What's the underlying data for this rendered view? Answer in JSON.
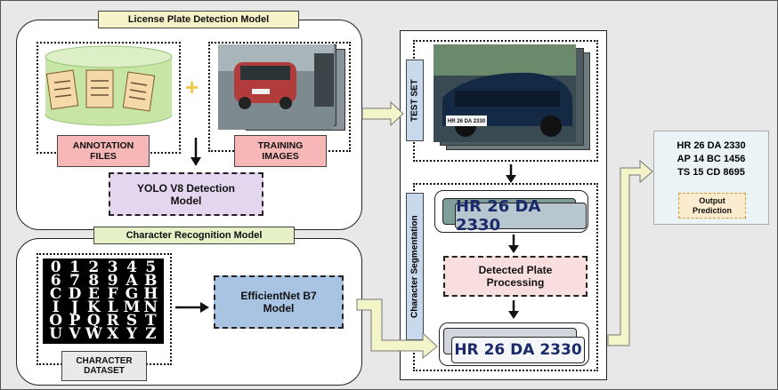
{
  "detection": {
    "title": "License Plate Detection Model",
    "annotation_label": "ANNOTATION\nFILES",
    "training_label": "TRAINING\nIMAGES",
    "model_label": "YOLO V8 Detection\nModel"
  },
  "recognition": {
    "title": "Character Recognition Model",
    "dataset_label": "CHARACTER\nDATASET",
    "model_label": "EfficientNet B7\nModel",
    "characters": [
      "0",
      "1",
      "2",
      "3",
      "4",
      "5",
      "6",
      "7",
      "8",
      "9",
      "A",
      "B",
      "C",
      "D",
      "E",
      "F",
      "G",
      "H",
      "I",
      "J",
      "K",
      "L",
      "M",
      "N",
      "O",
      "P",
      "Q",
      "R",
      "S",
      "T",
      "U",
      "V",
      "W",
      "X",
      "Y",
      "Z"
    ]
  },
  "test": {
    "label": "TEST SET",
    "car_plate_text": "HR 26 DA 2330"
  },
  "segmentation": {
    "label": "Character Segmentation",
    "plate_text": "HR 26 DA 2330",
    "processing_label": "Detected Plate\nProcessing",
    "segmented_text": "HR 26 DA 2330"
  },
  "output": {
    "lines": [
      "HR 26 DA 2330",
      "AP 14 BC 1456",
      "TS 15 CD 8695"
    ],
    "label": "Output\nPrediction"
  },
  "colors": {
    "title_detection_bg": "#f6f3c8",
    "title_recognition_bg": "#e6f1c8",
    "annotation_bg": "#f7b7b7",
    "yolo_bg": "#e3d6ee",
    "efficientnet_bg": "#a9c3e3",
    "plate_processing_bg": "#f8dede",
    "output_bg": "#eaf3f6",
    "output_label_bg": "#fbeccf",
    "arrow_fill": "#f3f4c8"
  }
}
